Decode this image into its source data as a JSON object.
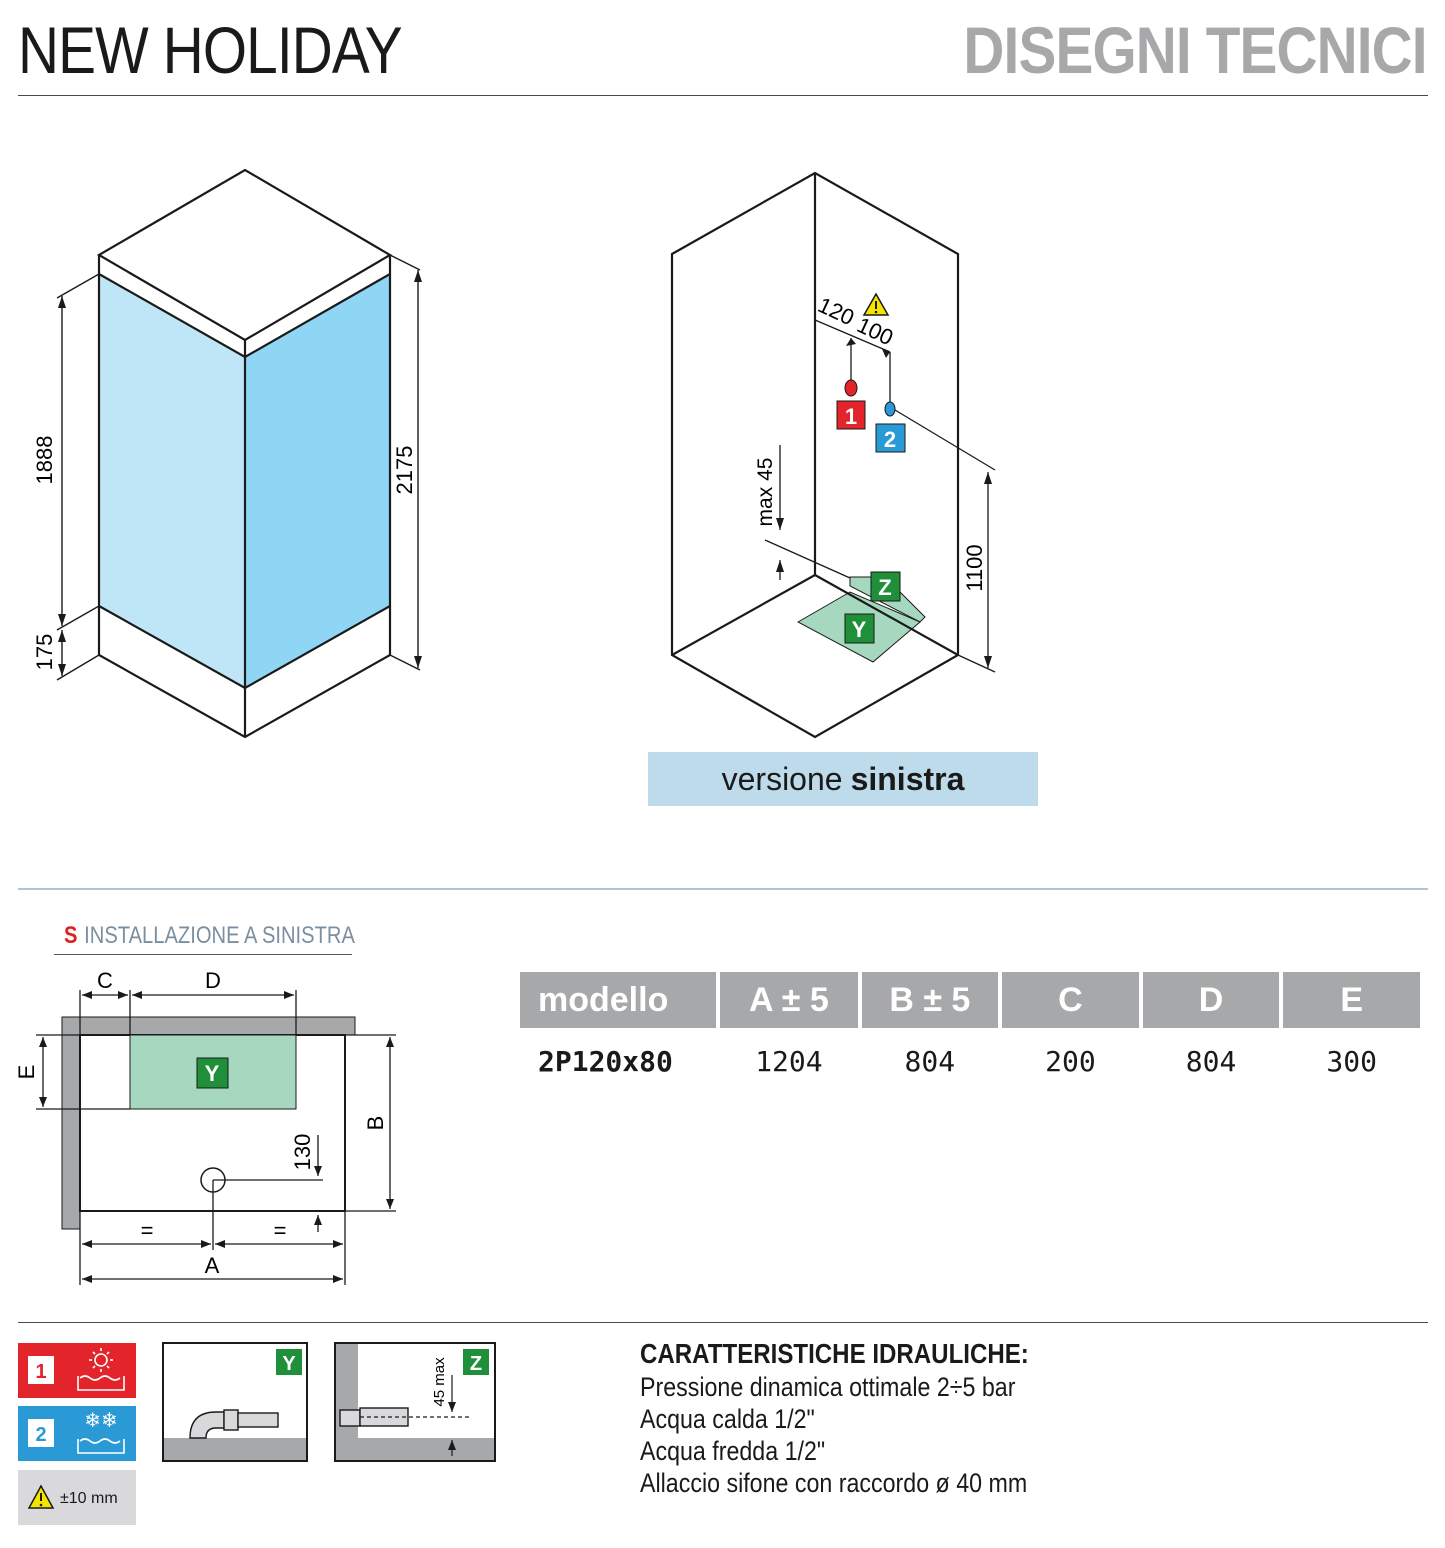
{
  "header": {
    "product_name": "NEW HOLIDAY",
    "section_title": "DISEGNI TECNICI"
  },
  "cabin_view": {
    "dim_upper": "1888",
    "dim_lower": "175",
    "dim_total": "2175"
  },
  "plumbing_view": {
    "dim_120": "120",
    "dim_100": "100",
    "dim_max45": "max 45",
    "dim_1100": "1100",
    "label_1": "1",
    "label_2": "2",
    "label_z": "Z",
    "label_y": "Y",
    "version_prefix": "versione",
    "version_side": "sinistra"
  },
  "installation": {
    "side_letter": "S",
    "title": "INSTALLAZIONE A SINISTRA",
    "label_c": "C",
    "label_d": "D",
    "label_e": "E",
    "label_b": "B",
    "label_a": "A",
    "label_y": "Y",
    "dim_130": "130",
    "equal_left": "=",
    "equal_right": "="
  },
  "spec_table": {
    "headers": [
      "modello",
      "A ± 5",
      "B ± 5",
      "C",
      "D",
      "E"
    ],
    "rows": [
      [
        "2P120x80",
        "1204",
        "804",
        "200",
        "804",
        "300"
      ]
    ]
  },
  "legend": {
    "hot_number": "1",
    "cold_number": "2",
    "tolerance": "±10 mm",
    "y_label": "Y",
    "z_label": "Z",
    "z_dim": "45 max"
  },
  "hydraulics": {
    "title": "CARATTERISTICHE IDRAULICHE:",
    "lines": [
      "Pressione dinamica ottimale 2÷5 bar",
      "Acqua calda 1/2\"",
      "Acqua fredda 1/2\"",
      "Allaccio sifone con raccordo ø 40 mm"
    ]
  },
  "colors": {
    "hot": "#e3242b",
    "cold": "#2a9ad6",
    "drain_green": "#a6d8bf",
    "badge_green": "#1f8f3a",
    "glass_light": "#bfe6f7",
    "glass_dark": "#8fd6f5",
    "header_gray": "#a7a8aa",
    "version_bg": "#bddbea"
  }
}
